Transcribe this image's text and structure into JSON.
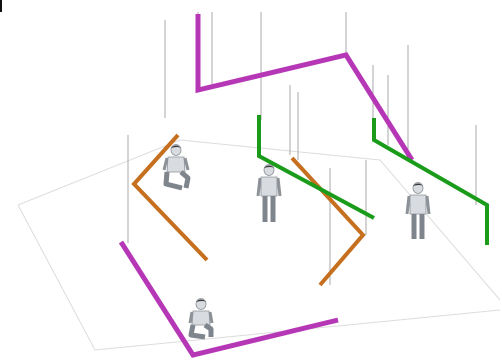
{
  "scene": {
    "colors": {
      "magenta": "#b637b6",
      "orange": "#c66f1e",
      "green": "#1a9c1a",
      "pole": "#a8a8a8",
      "floor": "#dcdcdc",
      "figure_body": "#d8dbe0",
      "figure_shadow": "#8d9298",
      "figure_hair": "#3a3a3a"
    },
    "figures": [
      {
        "name": "figure-kneeling-back",
        "pose": "kneeling"
      },
      {
        "name": "figure-standing-center",
        "pose": "standing"
      },
      {
        "name": "figure-standing-right",
        "pose": "standing"
      },
      {
        "name": "figure-kneeling-front",
        "pose": "kneeling"
      }
    ]
  }
}
